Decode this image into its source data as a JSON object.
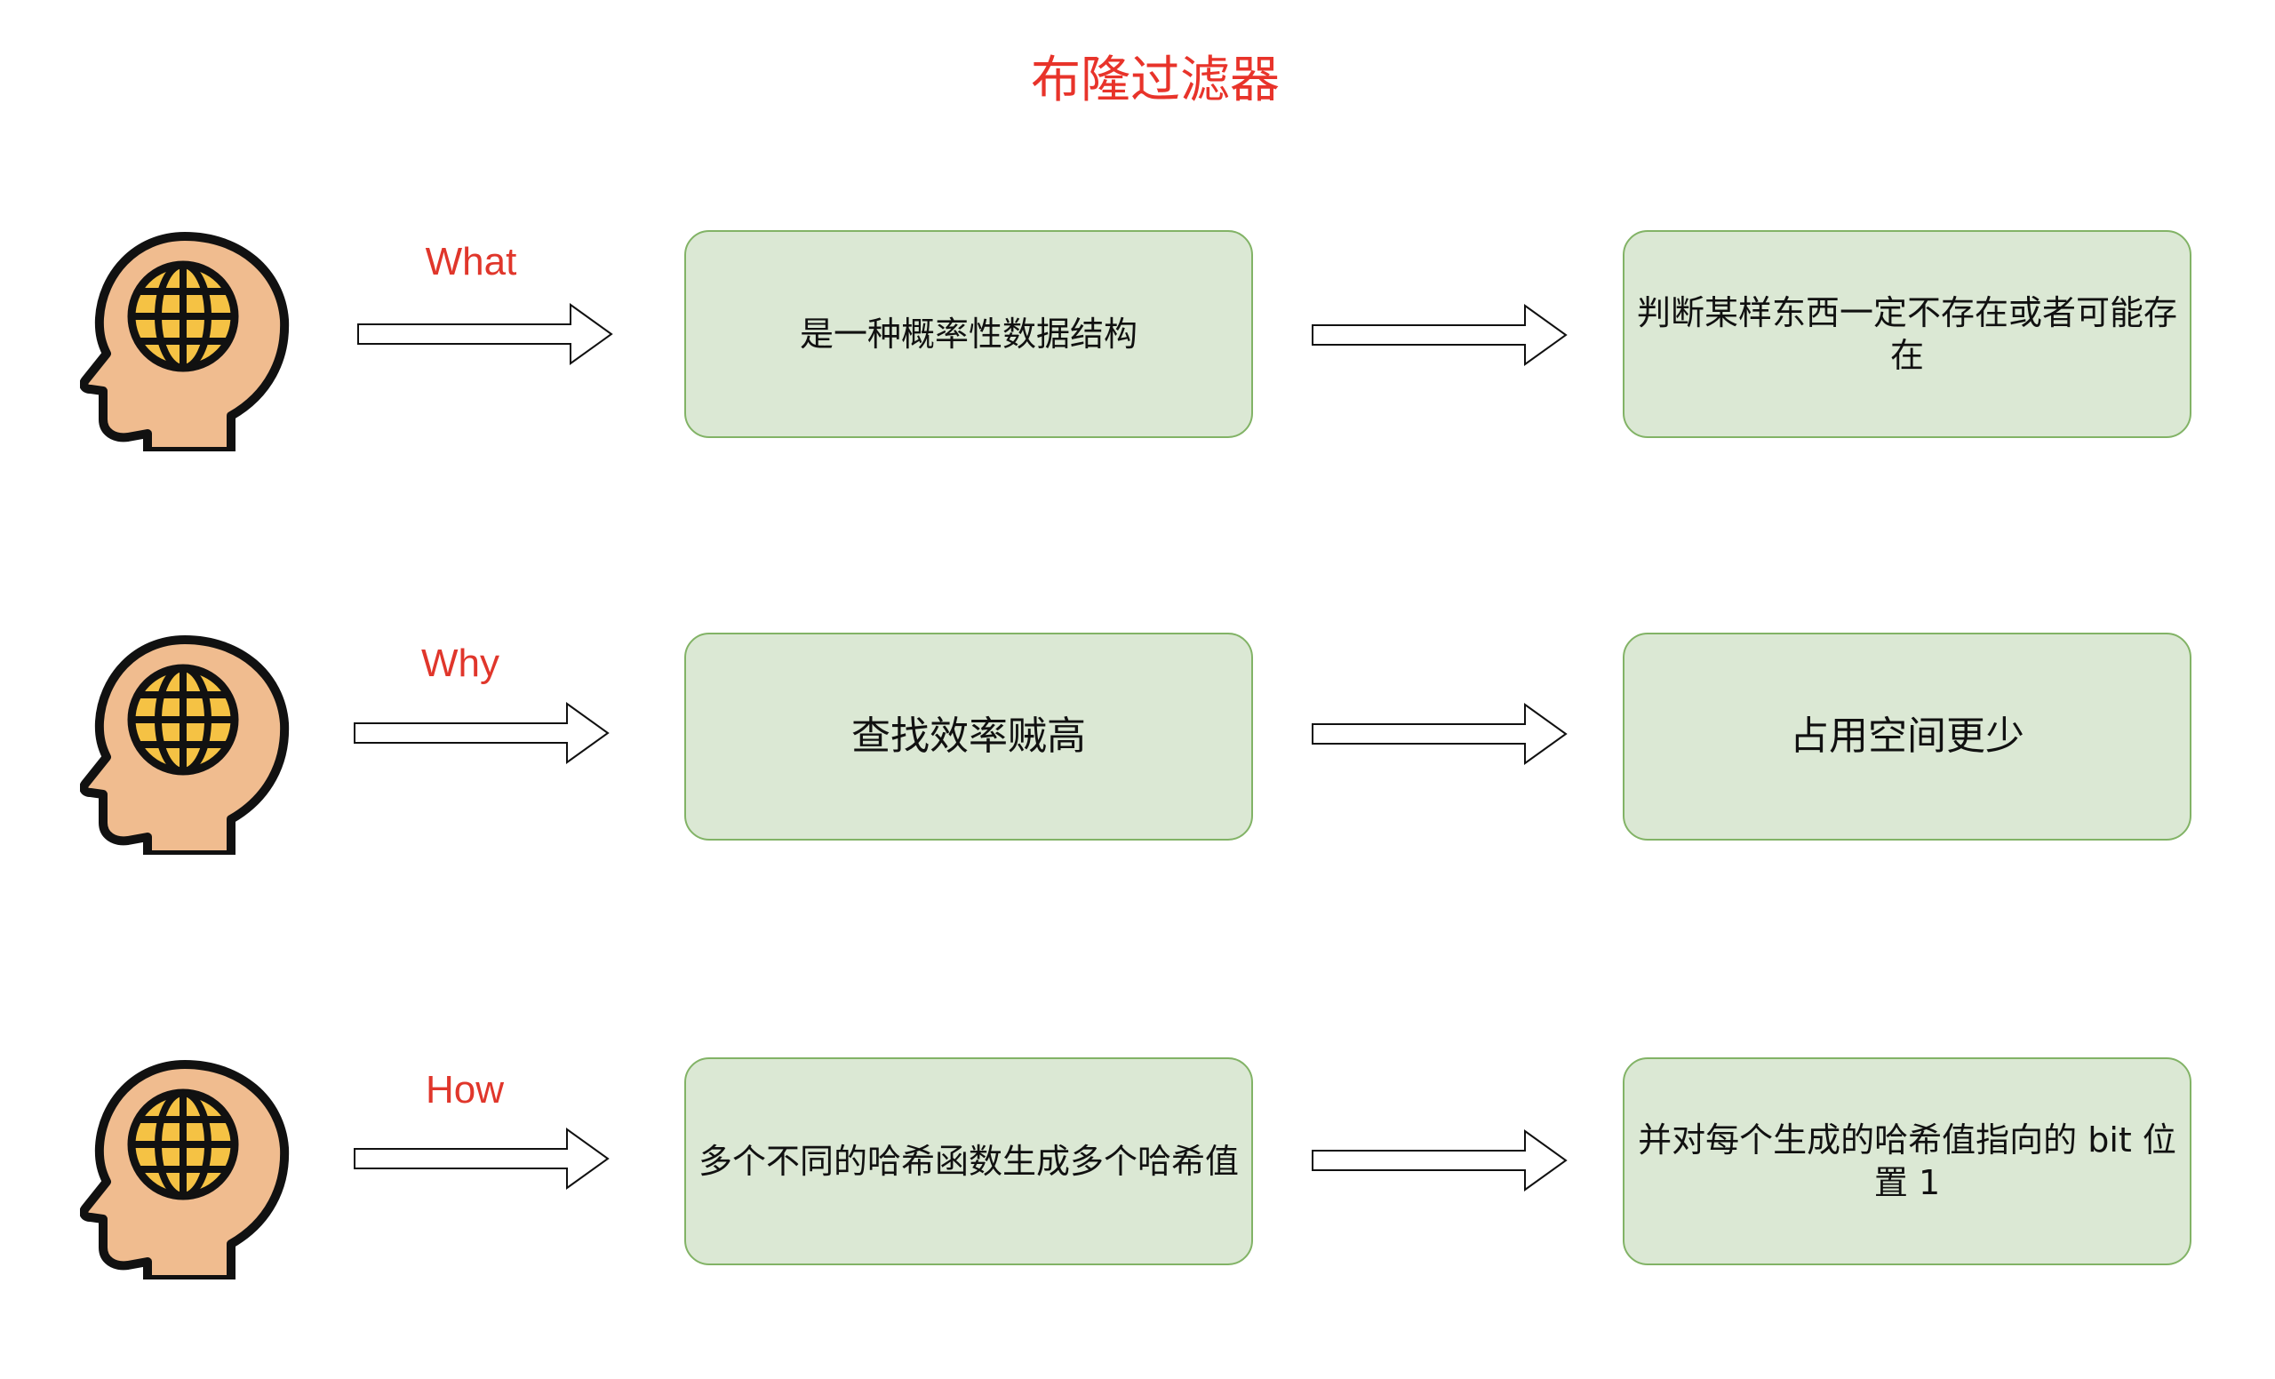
{
  "title": "布隆过滤器",
  "rows": [
    {
      "label": "What",
      "box1": "是一种概率性数据结构",
      "box2": "判断某样东西一定不存在或者可能存在"
    },
    {
      "label": "Why",
      "box1": "查找效率贼高",
      "box2": "占用空间更少"
    },
    {
      "label": "How",
      "box1": "多个不同的哈希函数生成多个哈希值",
      "box2": "并对每个生成的哈希值指向的 bit 位置 1"
    }
  ],
  "colors": {
    "accent_red": "#e0362b",
    "box_fill": "#dbe8d4",
    "box_border": "#82b366",
    "head_skin": "#f0bc8f",
    "globe_fill": "#f5c244"
  },
  "icons": {
    "head": "head-with-globe-icon",
    "arrow": "right-arrow-icon"
  }
}
